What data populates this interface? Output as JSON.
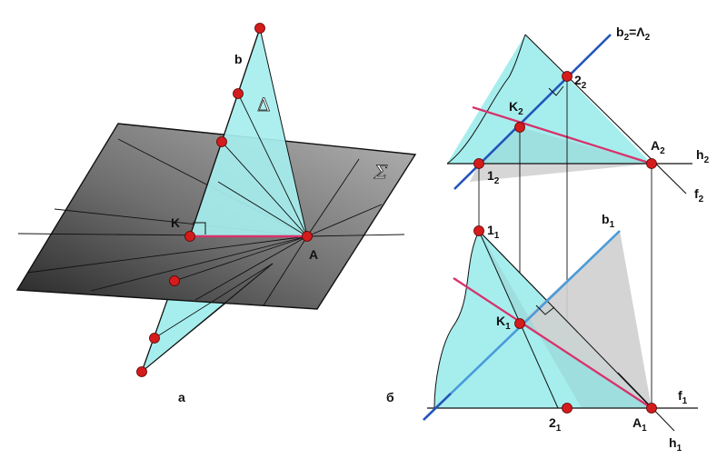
{
  "colors": {
    "plane_fill_light": "#8d8d8d",
    "plane_fill_dark": "#353535",
    "triangle_fill": "#a6eeee",
    "gray_projection": "#cfcfcf",
    "line_b_blue": "#2255bb",
    "line_b_light": "#4a9bd8",
    "line_pink": "#d6336c",
    "point_red": "#d41c1c"
  },
  "figure_a": {
    "caption": "а",
    "label_b": "b",
    "label_delta": "Δ",
    "label_sigma": "Σ",
    "label_K": "K",
    "label_A": "A"
  },
  "figure_b": {
    "caption": "б",
    "b2": {
      "main": "b",
      "sub": "2",
      "suffix": "=Λ",
      "suffix_sub": "2"
    },
    "point_2_2": {
      "main": "2",
      "sub": "2"
    },
    "K2": {
      "main": "K",
      "sub": "2"
    },
    "A2": {
      "main": "A",
      "sub": "2"
    },
    "h2": {
      "main": "h",
      "sub": "2"
    },
    "f2": {
      "main": "f",
      "sub": "2"
    },
    "point_1_2": {
      "main": "1",
      "sub": "2"
    },
    "point_1_1": {
      "main": "1",
      "sub": "1"
    },
    "b1": {
      "main": "b",
      "sub": "1"
    },
    "K1": {
      "main": "K",
      "sub": "1"
    },
    "f1": {
      "main": "f",
      "sub": "1"
    },
    "point_2_1": {
      "main": "2",
      "sub": "1"
    },
    "A1": {
      "main": "A",
      "sub": "1"
    },
    "h1": {
      "main": "h",
      "sub": "1"
    }
  }
}
